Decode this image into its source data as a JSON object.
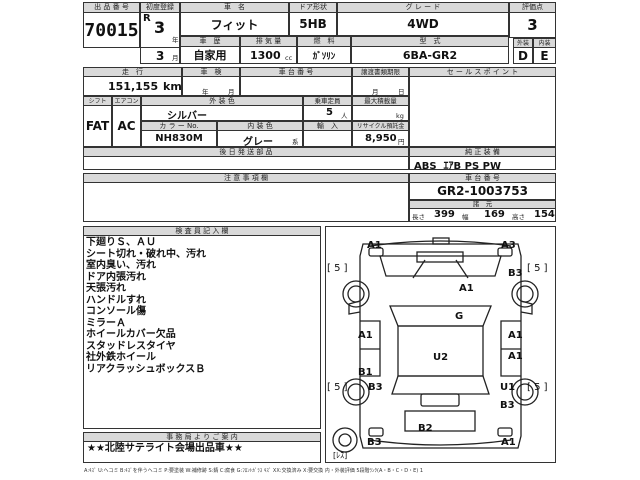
{
  "header": {
    "lot_number_label": "出 品 番 号",
    "lot_number": "70015",
    "first_reg_label": "初度登録",
    "era_mark": "R",
    "year": "3",
    "year_unit": "年",
    "month": "3",
    "month_unit": "月",
    "car_name_label": "車　名",
    "car_name": "フィット",
    "door_label": "ドア形状",
    "door": "5HB",
    "grade_label": "グ レ ー ド",
    "grade": "4WD",
    "score_label": "評価点",
    "score": "3",
    "usage_label": "車　歴",
    "usage": "自家用",
    "displacement_label": "排 気 量",
    "displacement": "1300",
    "displacement_unit": "cc",
    "fuel_label": "燃　料",
    "fuel": "ｶﾞｿﾘﾝ",
    "model_label": "型　式",
    "model": "6BA-GR2",
    "exterior_label": "外装",
    "interior_label": "内装",
    "exterior_score": "D",
    "interior_score": "E"
  },
  "specs": {
    "mileage_label": "走　行",
    "mileage": "151,155",
    "mileage_unit": "km",
    "inspection_label": "車　検",
    "inspection_year_unit": "年",
    "inspection_month_unit": "月",
    "chassis_no_label": "車 台 番 号",
    "transfer_label": "譲渡書類期限",
    "transfer_month_unit": "月",
    "transfer_day_unit": "日",
    "shift_label": "シフト",
    "aircon_label": "エアコン",
    "shift": "FAT",
    "aircon": "AC",
    "color_label": "外 装 色",
    "color": "シルバー",
    "capacity_label": "乗車定員",
    "capacity": "5",
    "capacity_unit": "人",
    "load_label": "最大積載量",
    "load_unit": "kg",
    "color_no_label": "カ ラ ー No.",
    "interior_color_label": "内 装 色",
    "import_label": "輸　入",
    "recycle_label": "リサイクル預託金",
    "color_no": "NH830M",
    "interior_color": "グレー",
    "interior_color_suffix": "系",
    "recycle": "8,950",
    "recycle_unit": "円",
    "accessories_label": "後 日 発 送 部 品"
  },
  "sales_point": {
    "label": "セ ー ル ス ポ イ ン ト"
  },
  "equipment": {
    "label": "純 正 装 備",
    "value": "ABS  ｴｱB PS PW"
  },
  "caution": {
    "label": "注 意 事 項 欄"
  },
  "frame": {
    "label": "車 台 番 号",
    "value": "GR2-1003753",
    "dims_label": "諸　元",
    "length_label": "長さ",
    "length": "399",
    "width_label": "幅",
    "width": "169",
    "height_label": "高さ",
    "height": "154"
  },
  "inspector": {
    "label": "検 査 員 記 入 欄",
    "notes": [
      "下廻りＳ、ＡＵ",
      "シート切れ・破れ中、汚れ",
      "室内臭い、汚れ",
      "ドア内張汚れ",
      "天張汚れ",
      "ハンドルすれ",
      "コンソール傷",
      "ミラーＡ",
      "ホイールカバー欠品",
      "スタッドレスタイヤ",
      "社外鉄ホイール",
      "リアクラッシュボックスＢ"
    ]
  },
  "office": {
    "label": "事 務 局 よ り ご 案 内",
    "note": "★★北陸サテライト会場出品車★★"
  },
  "diagram": {
    "marks": {
      "fl_corner": "A1",
      "fr_corner": "A3",
      "left_brace": "[ 5 ]",
      "right_brace": "[ 5 ]",
      "fr_fender": "B3",
      "hood": "A1",
      "roof": "G",
      "l_door_front": "A1",
      "r_door_front": "A1",
      "r_door_rear": "A1",
      "cabin": "U2",
      "l_rear_wheel": "B1",
      "r_rear_wheel": "U1",
      "l_quarter": "B3",
      "r_quarter": "B3",
      "l_brace_rear": "[ 5 ]",
      "r_brace_rear": "[ 5 ]",
      "rear_panel": "B2",
      "rl_corner": "B3",
      "rr_corner": "A1",
      "spare": "[ﾚｽ]"
    }
  },
  "legend": "A:ｷｽﾞ  U:ヘコミ  B:ｷｽﾞを伴うヘコミ  P:要塗装  W:補修跡  S:錆  C:腐食  G:ﾌﾛﾝﾄｶﾞﾗｽ ｷｽﾞ  XX:交換済み  X:要交換  内・外装評価  5段階ﾗﾝｸ(A・B・C・D・E)  1"
}
